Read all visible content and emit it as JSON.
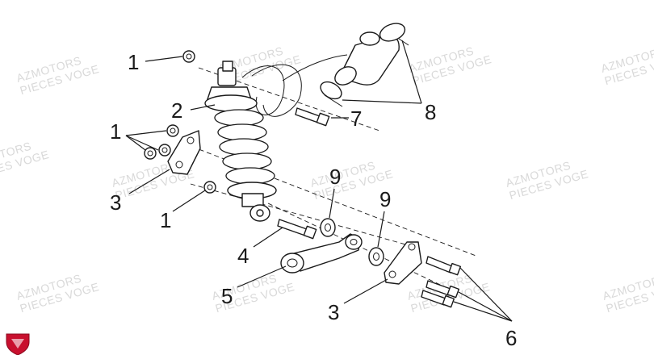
{
  "watermark": {
    "line1": "AZMOTORS",
    "line2": "PIECES VOGE"
  },
  "callouts": {
    "c1a": "1",
    "c1b": "1",
    "c1c": "1",
    "c2": "2",
    "c3a": "3",
    "c3b": "3",
    "c4": "4",
    "c5": "5",
    "c6": "6",
    "c7": "7",
    "c8": "8",
    "c9a": "9",
    "c9b": "9"
  },
  "colors": {
    "line": "#1a1a1a",
    "watermark": "#d9d9d9",
    "logo": "#c8102e"
  }
}
